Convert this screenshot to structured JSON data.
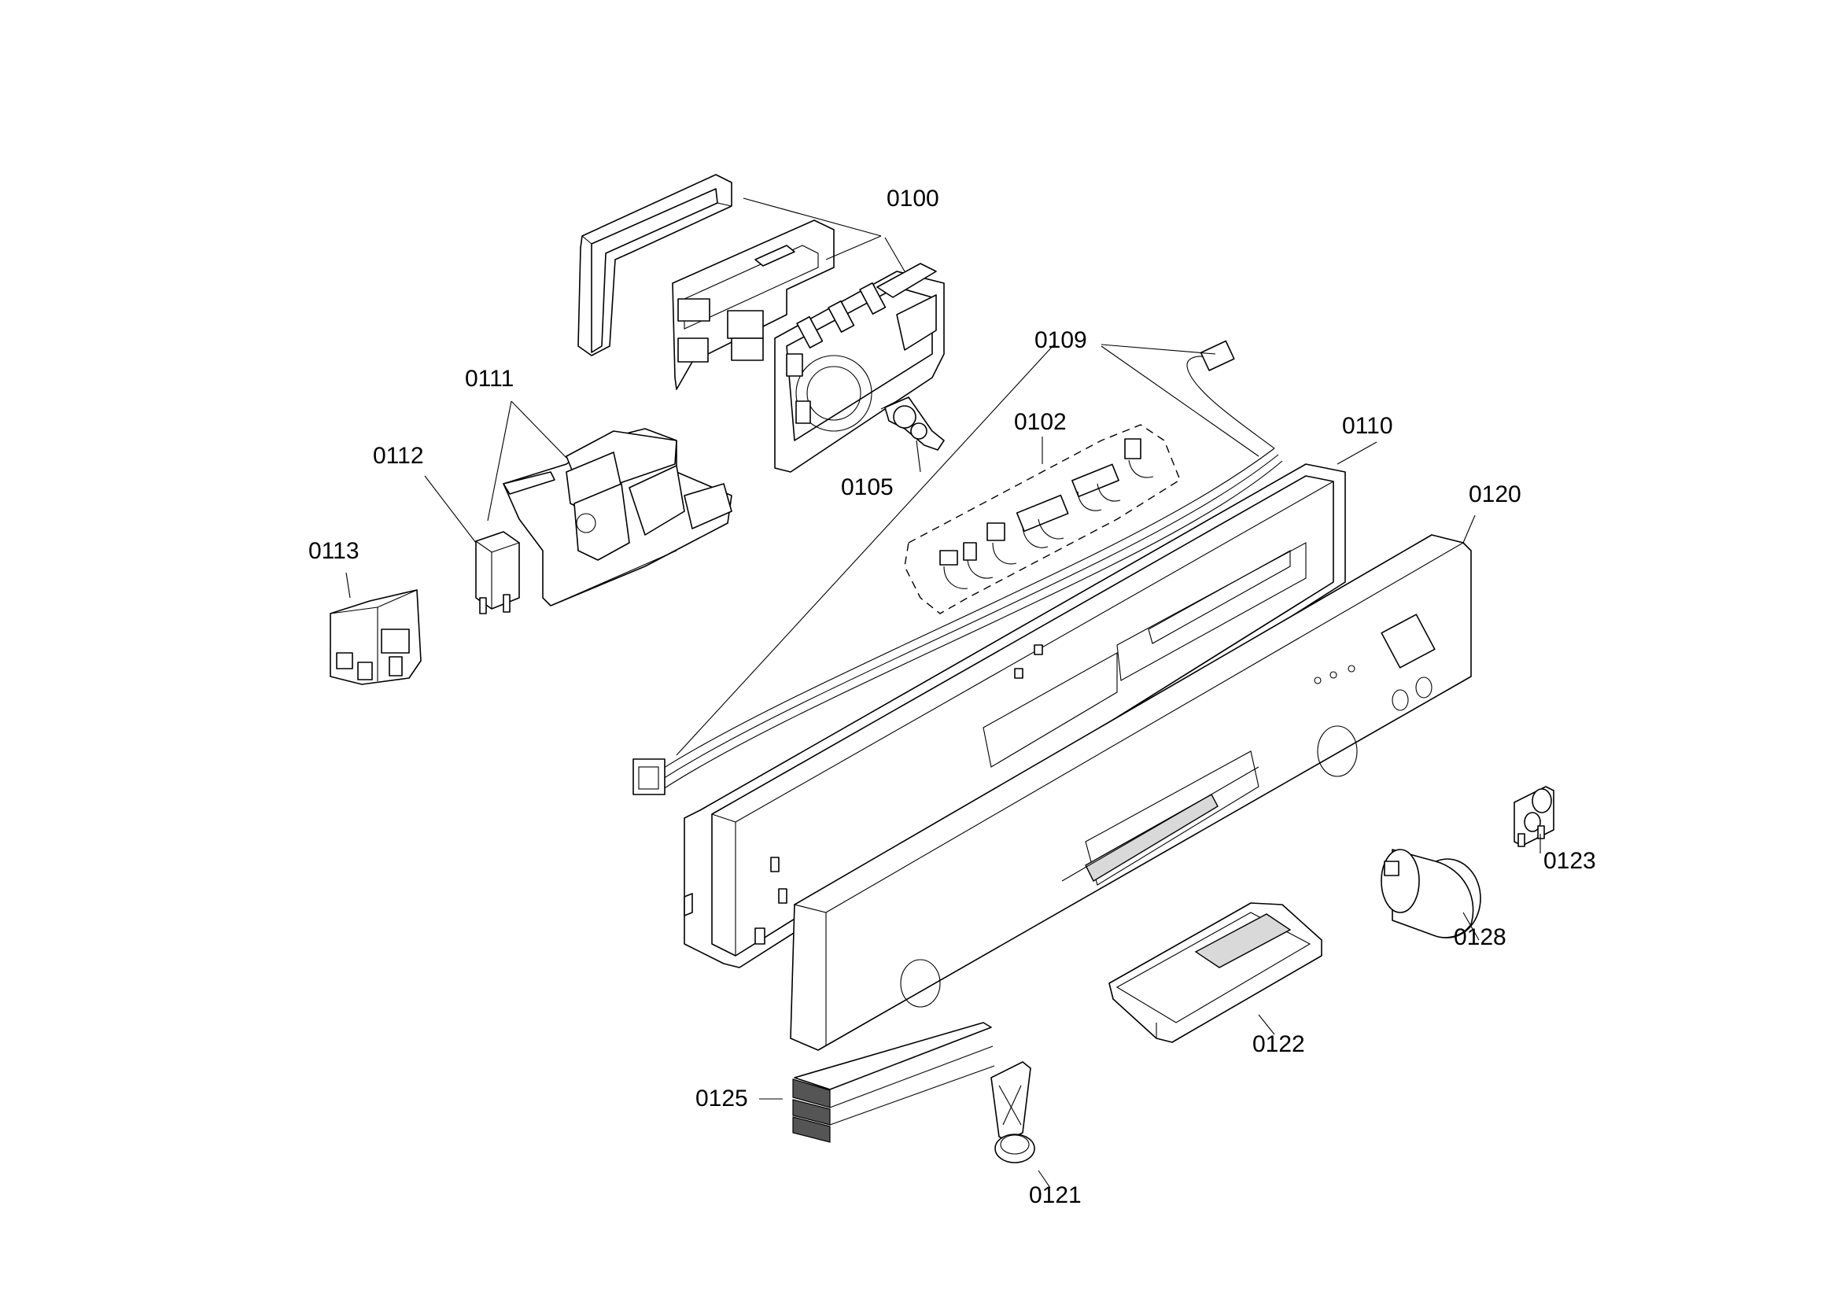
{
  "labels": {
    "p0100": "0100",
    "p0102": "0102",
    "p0105": "0105",
    "p0109": "0109",
    "p0110": "0110",
    "p0111": "0111",
    "p0112": "0112",
    "p0113": "0113",
    "p0120": "0120",
    "p0121": "0121",
    "p0122": "0122",
    "p0123": "0123",
    "p0125": "0125",
    "p0128": "0128"
  }
}
